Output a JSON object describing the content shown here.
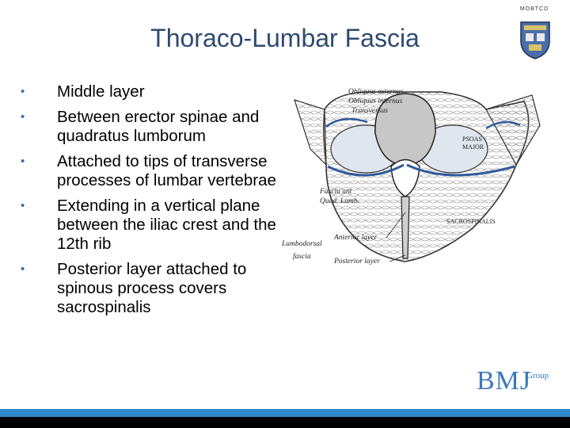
{
  "brand": {
    "label": "MOBTCD"
  },
  "slide": {
    "title": "Thoraco-Lumbar Fascia"
  },
  "bullets": [
    {
      "text": "Middle layer"
    },
    {
      "text": "Between erector spinae and quadratus lumborum"
    },
    {
      "text": "Attached to tips of transverse processes of lumbar vertebrae"
    },
    {
      "text": "Extending in a vertical plane between the iliac crest and the 12th rib"
    },
    {
      "text": "Posterior layer attached to spinous process covers sacrospinalis"
    }
  ],
  "diagram": {
    "labels": {
      "obliquus_externus": "Obliquus externus",
      "obliquus_internus": "Obliquus internus",
      "transversus": "Transversus",
      "psoas_major_1": "PSOAS",
      "psoas_major_2": "MAJOR",
      "fascia_1": "Fascia ant",
      "fascia_2": "Quad. Lumb.",
      "sacrospinalis": "SACROSPINALIS",
      "lumbodorsal_1": "Lumbodorsal",
      "lumbodorsal_2": "fascia",
      "anterior_layer": "Anterior layer",
      "posterior_layer": "Posterior layer"
    }
  },
  "footer": {
    "logo": "BMJ",
    "logo_suffix": "Group"
  },
  "colors": {
    "title": "#2f4a6f",
    "bullet": "#3b6ea5",
    "logo": "#3b79b8",
    "bar": "#2f86c9"
  }
}
